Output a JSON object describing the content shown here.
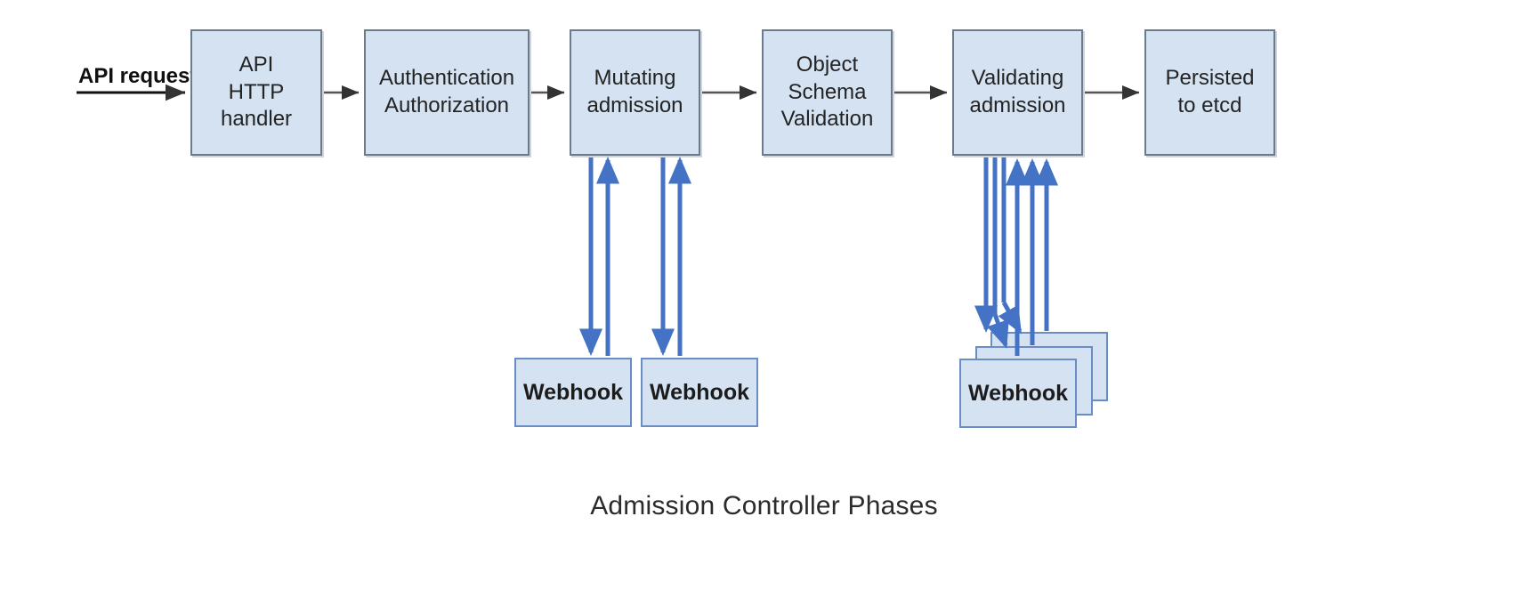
{
  "diagram": {
    "title": "Admission Controller Phases",
    "entry_label": "API request",
    "colors": {
      "node_fill": "#d4e2f2",
      "node_border": "#6b7b8c",
      "webhook_border": "#6a8ec4",
      "flow_arrow": "#333333",
      "webhook_arrow": "#4472c4",
      "background": "#ffffff",
      "text": "#232323"
    },
    "pipeline": [
      {
        "id": "api-http-handler",
        "label": "API\nHTTP\nhandler"
      },
      {
        "id": "authentication",
        "label": "Authentication\nAuthorization"
      },
      {
        "id": "mutating-admission",
        "label": "Mutating\nadmission"
      },
      {
        "id": "object-schema-validation",
        "label": "Object\nSchema\nValidation"
      },
      {
        "id": "validating-admission",
        "label": "Validating\nadmission"
      },
      {
        "id": "persisted-to-etcd",
        "label": "Persisted\nto etcd"
      }
    ],
    "webhooks": {
      "mutating": [
        {
          "id": "mutating-webhook-1",
          "label": "Webhook"
        },
        {
          "id": "mutating-webhook-2",
          "label": "Webhook"
        }
      ],
      "validating": [
        {
          "id": "validating-webhook-stack-back",
          "label": ""
        },
        {
          "id": "validating-webhook-stack-middle",
          "label": ""
        },
        {
          "id": "validating-webhook-front",
          "label": "Webhook"
        }
      ]
    }
  }
}
